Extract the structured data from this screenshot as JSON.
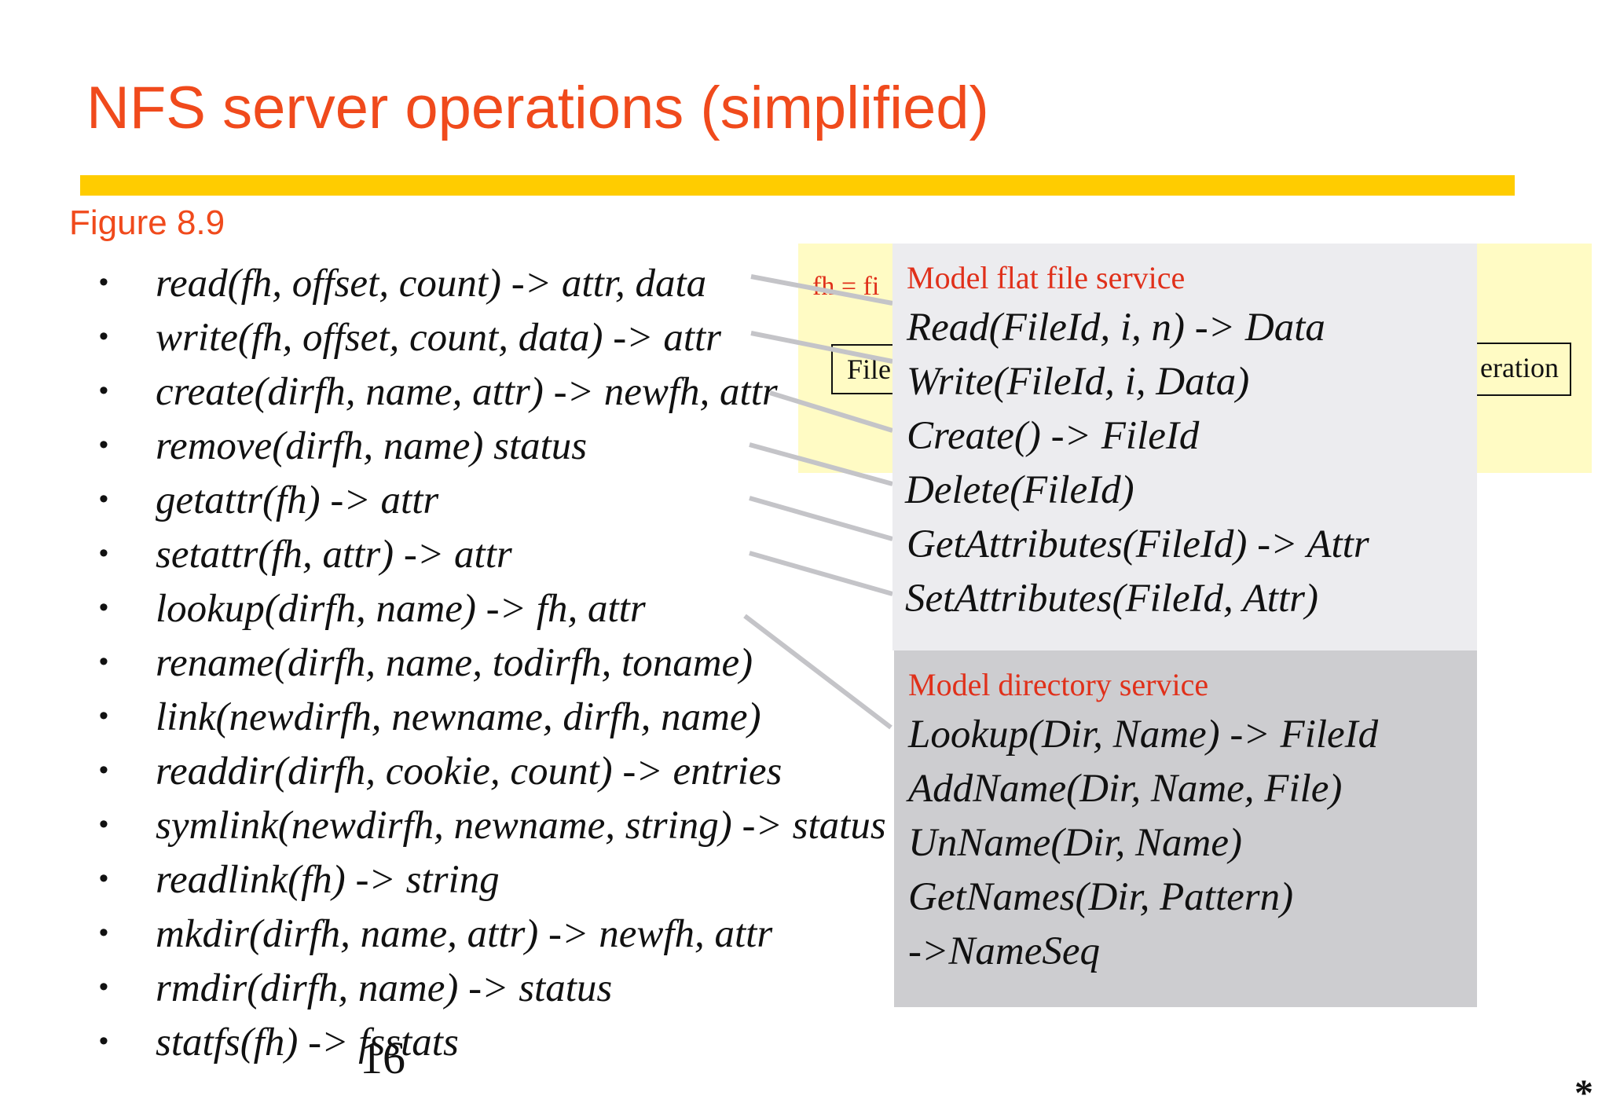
{
  "slide": {
    "title": "NFS server operations (simplified)",
    "figure_label": "Figure 8.9",
    "page_number": "16",
    "corner_mark": "*"
  },
  "nfs_operations": [
    "read(fh, offset, count) -> attr, data",
    "write(fh, offset, count, data) -> attr",
    "create(dirfh, name, attr) -> newfh, attr",
    "remove(dirfh, name)  status",
    "getattr(fh) -> attr",
    "setattr(fh, attr) -> attr",
    "lookup(dirfh, name) -> fh, attr",
    "rename(dirfh, name, todirfh, toname)",
    "link(newdirfh, newname, dirfh, name)",
    "readdir(dirfh, cookie, count) ->  entries",
    "symlink(newdirfh, newname, string) -> status",
    "readlink(fh) -> string",
    "mkdir(dirfh, name, attr) -> newfh, attr",
    "rmdir(dirfh, name) -> status",
    "statfs(fh) -> fsstats"
  ],
  "bullet_symbol": "•",
  "background_figure": {
    "fh_text": "fh = fi",
    "box_left_text": "File",
    "box_right_text": "eration"
  },
  "flat_file_service": {
    "header": "Model flat file service",
    "operations": [
      "Read(FileId, i, n) -> Data",
      "Write(FileId, i, Data)",
      "Create() -> FileId",
      "Delete(FileId)",
      "GetAttributes(FileId) -> Attr",
      "SetAttributes(FileId, Attr)"
    ]
  },
  "directory_service": {
    "header": "Model directory service",
    "operations": [
      "Lookup(Dir, Name) -> FileId",
      "AddName(Dir, Name, File)",
      "UnName(Dir, Name)",
      "GetNames(Dir, Pattern)",
      "->NameSeq"
    ]
  },
  "colors": {
    "title": "#f04a1c",
    "rule": "#ffcc00",
    "header": "#e0301a",
    "flat_panel": "#ececef",
    "dir_panel": "#cdcdd0",
    "connector": "#c4c4c8"
  }
}
